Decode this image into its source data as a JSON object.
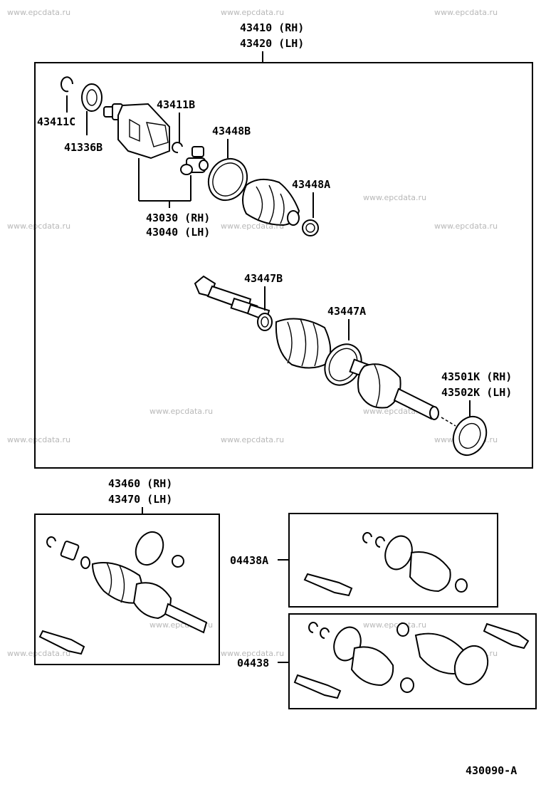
{
  "diagram": {
    "watermark": "www.epcdata.ru",
    "figure_code": "430090-A",
    "assembly": {
      "rh": "43410 (RH)",
      "lh": "43420 (LH)"
    },
    "labels": {
      "snap_ring": "43411C",
      "bearing": "41336B",
      "snap_ring_b": "43411B",
      "tulip_rh": "43030 (RH)",
      "tulip_lh": "43040 (LH)",
      "clamp_b": "43448B",
      "clamp_a": "43448A",
      "band_b": "43447B",
      "band_a": "43447A",
      "shaft_rh": "43501K (RH)",
      "shaft_lh": "43502K (LH)",
      "outer_rh": "43460 (RH)",
      "outer_lh": "43470 (LH)",
      "kit_a": "04438A",
      "kit": "04438"
    }
  }
}
